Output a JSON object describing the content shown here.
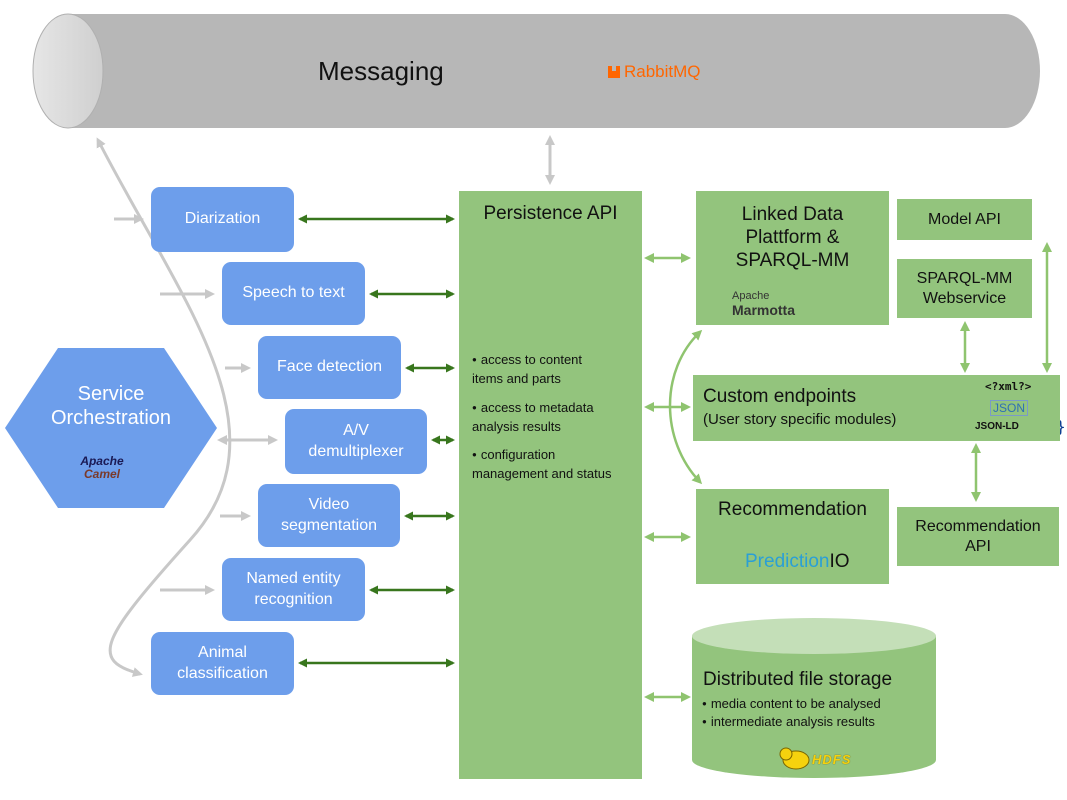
{
  "messaging": {
    "label": "Messaging",
    "logo": "RabbitMQ",
    "logo_color": "#ff6600"
  },
  "orchestration": {
    "label_line1": "Service",
    "label_line2": "Orchestration",
    "logo_line1": "Apache",
    "logo_line2": "Camel"
  },
  "services": [
    {
      "label": "Diarization"
    },
    {
      "label": "Speech to text"
    },
    {
      "label": "Face detection"
    },
    {
      "label_line1": "A/V",
      "label_line2": "demultiplexer"
    },
    {
      "label_line1": "Video",
      "label_line2": "segmentation"
    },
    {
      "label_line1": "Named entity",
      "label_line2": "recognition"
    },
    {
      "label_line1": "Animal",
      "label_line2": "classification"
    }
  ],
  "persistence": {
    "title": "Persistence API",
    "bullets": [
      {
        "line1": "access to content",
        "line2": "items and parts"
      },
      {
        "line1": "access to metadata",
        "line2": "analysis results"
      },
      {
        "line1": "configuration",
        "line2": "management and status"
      }
    ]
  },
  "linked_data": {
    "line1": "Linked Data",
    "line2": "Plattform &",
    "line3": "SPARQL-MM",
    "logo_line1": "Apache",
    "logo_line2": "Marmotta"
  },
  "model_api": {
    "label": "Model API"
  },
  "sparql_ws": {
    "line1": "SPARQL-MM",
    "line2": "Webservice"
  },
  "custom_endpoints": {
    "title": "Custom endpoints",
    "subtitle": "(User story specific modules)",
    "fmt_xml": "<?xml?>",
    "fmt_json": "JSON",
    "fmt_jsonld": "JSON-LD"
  },
  "recommendation": {
    "label": "Recommendation",
    "logo_a": "Prediction",
    "logo_b": "IO"
  },
  "recommendation_api": {
    "line1": "Recommendation",
    "line2": "API"
  },
  "storage": {
    "title": "Distributed file storage",
    "bullets": [
      "media content to be analysed",
      "intermediate analysis results"
    ],
    "logo": "HDFS"
  },
  "colors": {
    "service_blue": "#6d9eeb",
    "component_green": "#93c47d",
    "arrow_green": "#38761d",
    "light_arrow_green": "#8fc46f",
    "messaging_grey": "#b7b7b7",
    "flow_grey": "#c8c8c8"
  }
}
